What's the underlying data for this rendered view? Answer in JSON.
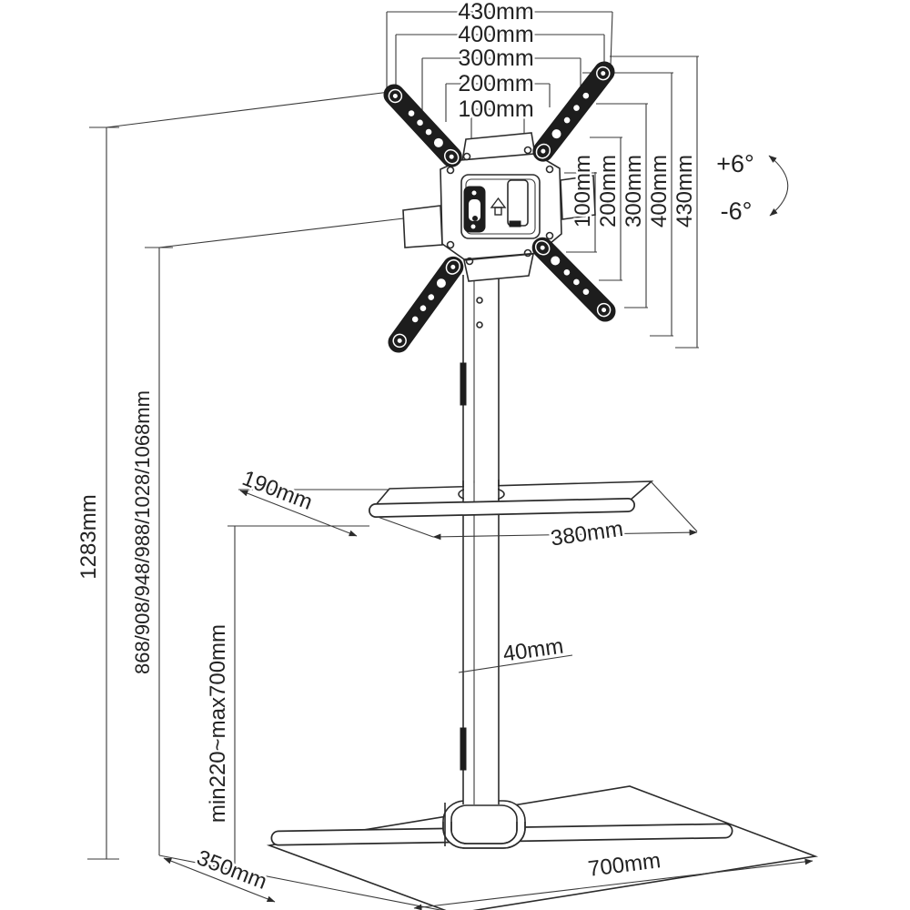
{
  "diagram": {
    "dims_top": [
      "430mm",
      "400mm",
      "300mm",
      "200mm",
      "100mm"
    ],
    "dims_right": [
      "100mm",
      "200mm",
      "300mm",
      "400mm",
      "430mm"
    ],
    "tilt": {
      "up": "+6°",
      "down": "-6°"
    },
    "dims_left": {
      "total_height": "1283mm",
      "mount_heights": "868/908/948/988/1028/1068mm",
      "shelf_height_range": "min220~max700mm"
    },
    "shelf": {
      "depth": "190mm",
      "width": "380mm"
    },
    "pole": {
      "width": "40mm"
    },
    "base": {
      "depth": "350mm",
      "width": "700mm"
    }
  }
}
